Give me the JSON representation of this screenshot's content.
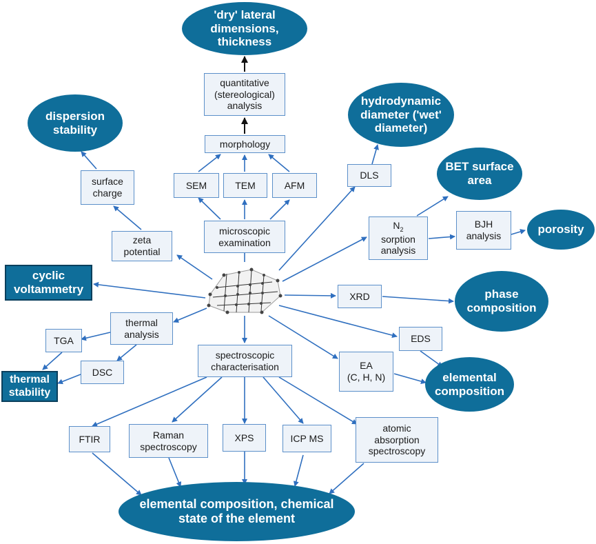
{
  "colors": {
    "accent": "#0f6e9a",
    "box_fill": "#eef3f9",
    "box_border": "#5b8fc9",
    "arrow": "#2f6fbf",
    "dark_arrow": "#111111"
  },
  "center": {
    "icon": "graphene-icon"
  },
  "nodes": {
    "dry_dimensions": "'dry' lateral\ndimensions,\nthickness",
    "quantitative": "quantitative\n(stereological)\nanalysis",
    "morphology": "morphology",
    "sem": "SEM",
    "tem": "TEM",
    "afm": "AFM",
    "microscopic": "microscopic\nexamination",
    "dispersion": "dispersion\nstability",
    "surface_charge": "surface\ncharge",
    "zeta": "zeta\npotential",
    "hydrodynamic": "hydrodynamic\ndiameter ('wet'\ndiameter)",
    "dls": "DLS",
    "bet": "BET surface\narea",
    "n2_main": "N",
    "n2_sub": "2",
    "n2_rest": "sorption\nanalysis",
    "bjh": "BJH\nanalysis",
    "porosity": "porosity",
    "cyclic": "cyclic\nvoltammetry",
    "xrd": "XRD",
    "phase": "phase\ncomposition",
    "thermal": "thermal\nanalysis",
    "tga": "TGA",
    "dsc": "DSC",
    "thermal_stability": "thermal\nstability",
    "eds": "EDS",
    "ea": "EA\n(C, H, N)",
    "elemental": "elemental\ncomposition",
    "spectroscopic": "spectroscopic\ncharacterisation",
    "ftir": "FTIR",
    "raman": "Raman\nspectroscopy",
    "xps": "XPS",
    "icpms": "ICP MS",
    "atomic": "atomic\nabsorption\nspectroscopy",
    "elemental_chemical": "elemental composition, chemical\nstate of the element"
  }
}
